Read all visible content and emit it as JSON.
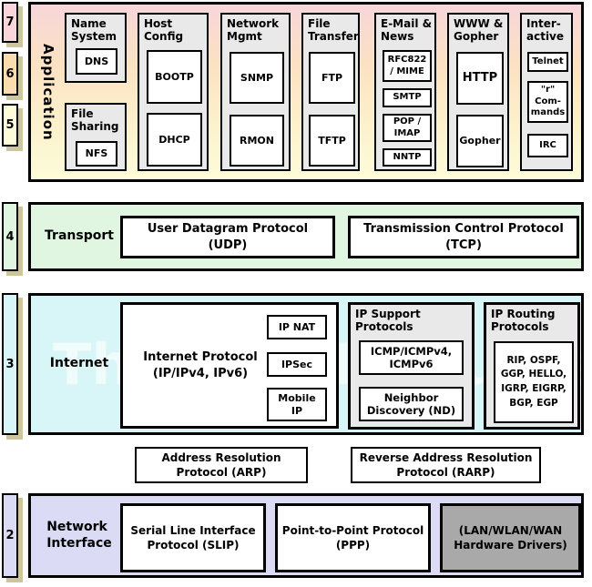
{
  "watermark": "The TCP/IP Guide",
  "layer_numbers": {
    "n7": "7",
    "n6": "6",
    "n5": "5",
    "n4": "4",
    "n3": "3",
    "n2": "2"
  },
  "application": {
    "label": "Application",
    "name_system": {
      "header": "Name\nSystem",
      "dns": "DNS"
    },
    "file_sharing": {
      "header": "File\nSharing",
      "nfs": "NFS"
    },
    "host_config": {
      "header": "Host\nConfig",
      "bootp": "BOOTP",
      "dhcp": "DHCP"
    },
    "network_mgmt": {
      "header": "Network\nMgmt",
      "snmp": "SNMP",
      "rmon": "RMON"
    },
    "file_transfer": {
      "header": "File\nTransfer",
      "ftp": "FTP",
      "tftp": "TFTP"
    },
    "email_news": {
      "header": "E-Mail &\nNews",
      "rfc": "RFC822\n/ MIME",
      "smtp": "SMTP",
      "pop": "POP /\nIMAP",
      "nntp": "NNTP"
    },
    "www_gopher": {
      "header": "WWW &\nGopher",
      "http": "HTTP",
      "gopher": "Gopher"
    },
    "interactive": {
      "header": "Inter-\nactive",
      "telnet": "Telnet",
      "rcmd": "\"r\"\nCom-\nmands",
      "irc": "IRC"
    }
  },
  "transport": {
    "label": "Transport",
    "udp": "User Datagram Protocol\n(UDP)",
    "tcp": "Transmission Control Protocol\n(TCP)"
  },
  "internet": {
    "label": "Internet",
    "ip": "Internet Protocol\n(IP/IPv4, IPv6)",
    "ip_nat": "IP NAT",
    "ipsec": "IPSec",
    "mobile_ip": "Mobile\nIP",
    "support": {
      "header": "IP Support\nProtocols",
      "icmp": "ICMP/ICMPv4,\nICMPv6",
      "nd": "Neighbor\nDiscovery (ND)"
    },
    "routing": {
      "header": "IP Routing\nProtocols",
      "list": "RIP, OSPF,\nGGP, HELLO,\nIGRP, EIGRP,\nBGP, EGP"
    }
  },
  "arp": "Address Resolution\nProtocol (ARP)",
  "rarp": "Reverse Address Resolution\nProtocol (RARP)",
  "network_interface": {
    "label": "Network\nInterface",
    "slip": "Serial Line Interface\nProtocol (SLIP)",
    "ppp": "Point-to-Point Protocol\n(PPP)",
    "hw": "(LAN/WLAN/WAN\nHardware Drivers)"
  },
  "colors": {
    "layer7_pink": "#f8d6da",
    "layer6_peach": "#fbdcae",
    "layer5_yellow": "#fdfbd9",
    "layer4_green": "#e0f6e0",
    "layer3_cyan": "#d8f5f7",
    "layer2_lavender": "#dbdbf5",
    "column_gray": "#e9e9e9",
    "hardware_gray": "#a9a9a9",
    "shadow_tan": "#cdc59b",
    "border": "#000000"
  }
}
